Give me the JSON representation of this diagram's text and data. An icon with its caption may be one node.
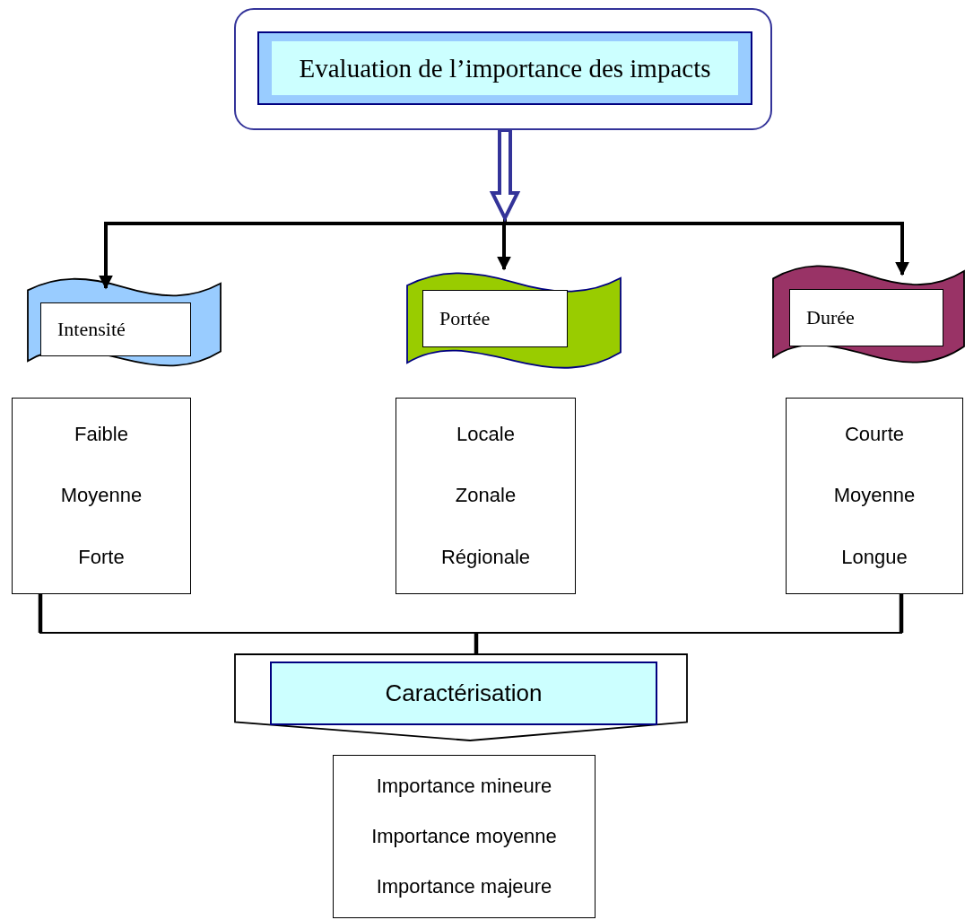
{
  "diagram": {
    "nodes": [
      {
        "text": [],
        "shape": "box"
      },
      {
        "text": [
          "Evaluation de l’importance des impacts"
        ],
        "in": 0
      },
      {
        "text": [],
        "shape": "flag"
      },
      {
        "text": [
          "Intensité"
        ],
        "in": 2
      },
      {
        "text": [],
        "shape": "flag"
      },
      {
        "text": [
          "Portée"
        ],
        "in": 4
      },
      {
        "text": [],
        "shape": "flag"
      },
      {
        "text": [
          "Durée"
        ],
        "in": 6
      },
      {
        "text": [
          "Faible",
          "Moyenne",
          "Forte"
        ]
      },
      {
        "text": [
          "Locale",
          "Zonale",
          "Régionale"
        ]
      },
      {
        "text": [
          "Courte",
          "Moyenne",
          "Longue"
        ]
      },
      {
        "text": [],
        "shape": "pentagon"
      },
      {
        "text": [
          "Caractérisation"
        ],
        "in": 11
      },
      {
        "text": [
          "Importance mineure",
          "Importance moyenne",
          "Importance majeure"
        ]
      }
    ],
    "edges": [
      {
        "from": 0,
        "to": 2,
        "arrow": "to"
      },
      {
        "from": 0,
        "to": 4,
        "arrow": "to"
      },
      {
        "from": 0,
        "to": 6,
        "arrow": "to"
      },
      {
        "from": 8,
        "to": 11,
        "arrow": "none"
      },
      {
        "from": 10,
        "to": 11,
        "arrow": "none"
      }
    ]
  }
}
